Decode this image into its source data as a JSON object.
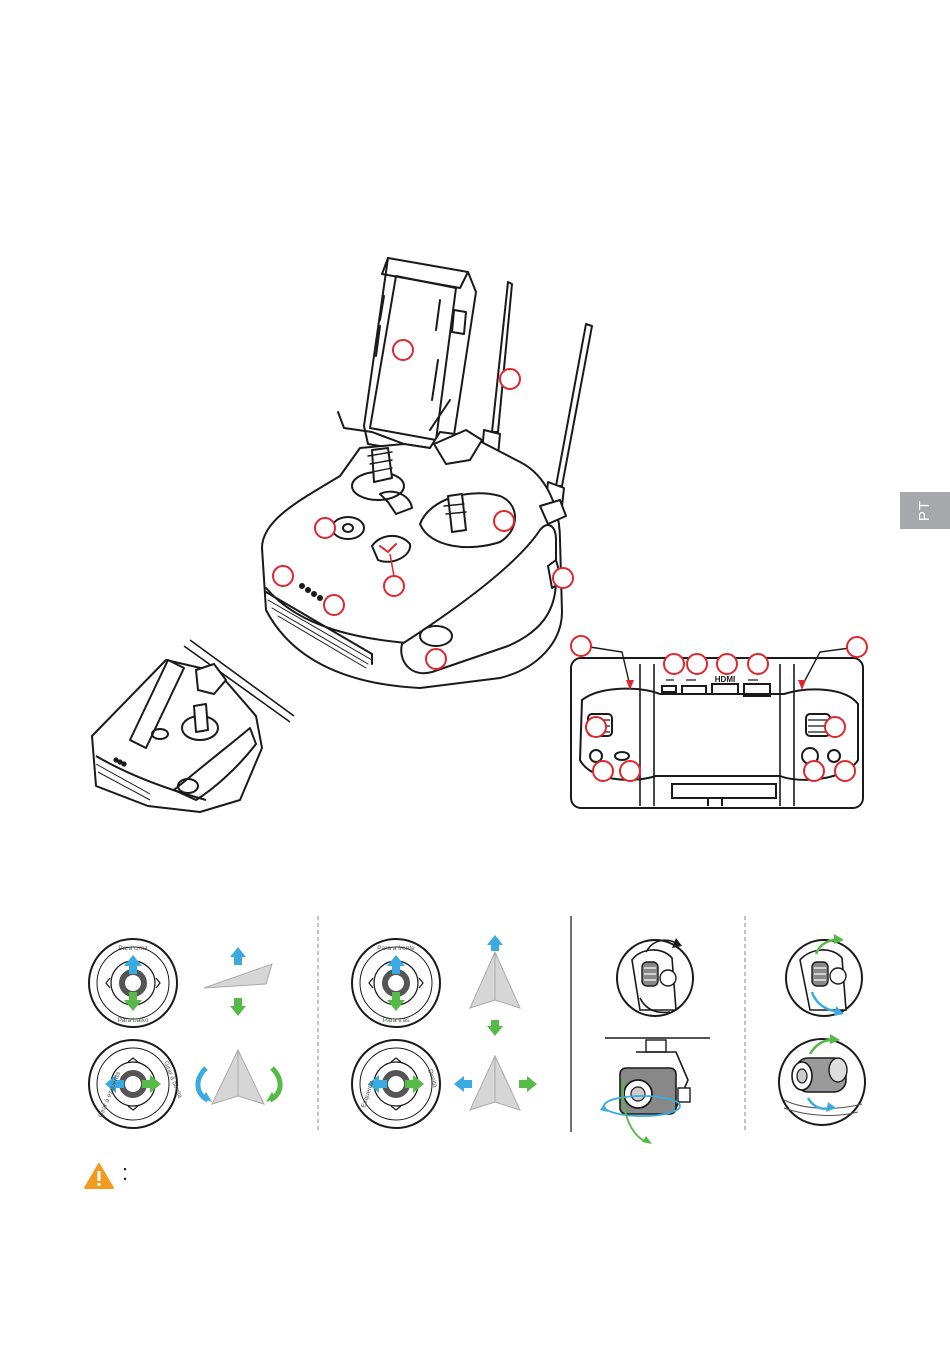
{
  "side_tab": {
    "label": "PT"
  },
  "rear_panel": {
    "hdmi_label": "HDMI"
  },
  "stick_labels": {
    "left_up": "Para cima",
    "left_down": "Para baixo",
    "left_rotate_left": "Girar à esquerda",
    "left_rotate_right": "Girar à direita",
    "right_forward": "Para a frente",
    "right_back": "Para trás",
    "right_left": "Esquerda",
    "right_right": "Direita"
  },
  "warning": {
    "icon": "warning-triangle-icon",
    "colon": ":",
    "color": "#f39a1f"
  },
  "colors": {
    "callout": "#e2262b",
    "arrow_blue": "#3aaae1",
    "arrow_green": "#57b947",
    "tab": "#a6a8ab"
  }
}
